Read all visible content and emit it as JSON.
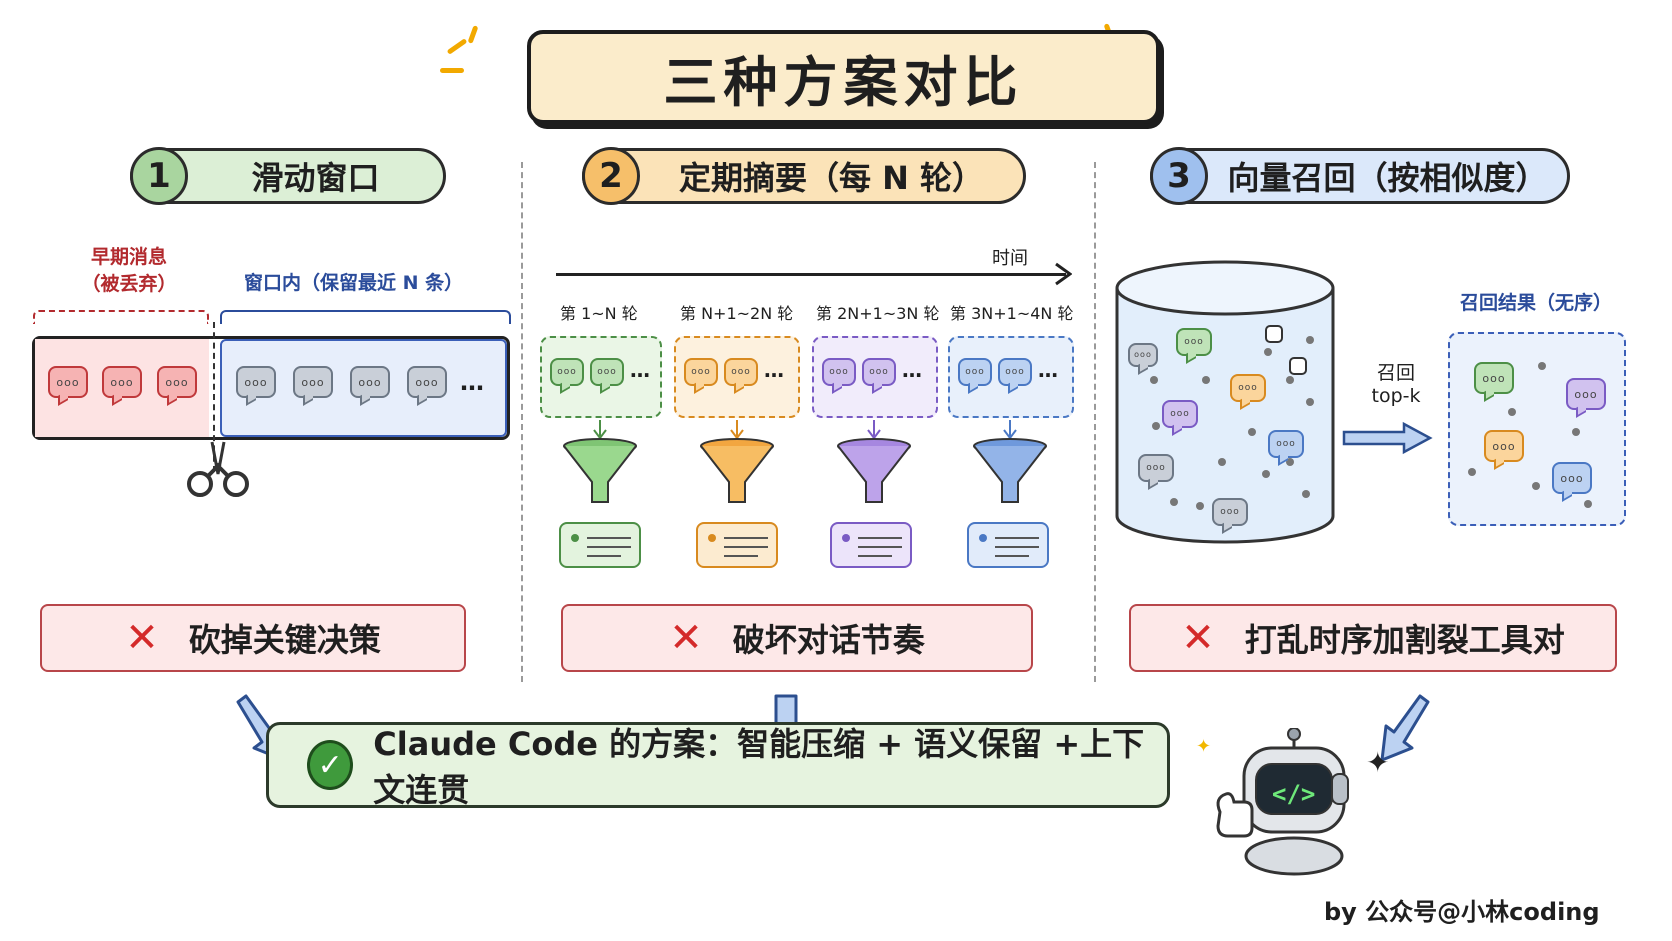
{
  "title": "三种方案对比",
  "sections": [
    {
      "num": "1",
      "label": "滑动窗口",
      "color": "#dcefd6",
      "num_color": "#a9d59f"
    },
    {
      "num": "2",
      "label": "定期摘要（每 N 轮）",
      "color": "#fbe3b8",
      "num_color": "#f6bf6a"
    },
    {
      "num": "3",
      "label": "向量召回（按相似度）",
      "color": "#dbe8fa",
      "num_color": "#9fc0ee"
    }
  ],
  "sliding": {
    "early_label_line1": "早期消息",
    "early_label_line2": "（被丢弃）",
    "window_label": "窗口内（保留最近 N 条）",
    "ellipsis": "…"
  },
  "summary": {
    "time_label": "时间",
    "groups": [
      "第 1~N 轮",
      "第 N+1~2N 轮",
      "第 2N+1~3N 轮",
      "第 3N+1~4N 轮"
    ],
    "ellipsis": "…"
  },
  "vector": {
    "recall_label_line1": "召回",
    "recall_label_line2": "top-k",
    "result_label": "召回结果（无序）"
  },
  "problems": [
    "砍掉关键决策",
    "破坏对话节奏",
    "打乱时序加割裂工具对"
  ],
  "problem_icon": "cross-icon",
  "bubble_glyph": "ooo",
  "result": "Claude Code 的方案：智能压缩 + 语义保留 +上下文连贯",
  "robot_code": "</>",
  "credit": "by 公众号@小林coding"
}
